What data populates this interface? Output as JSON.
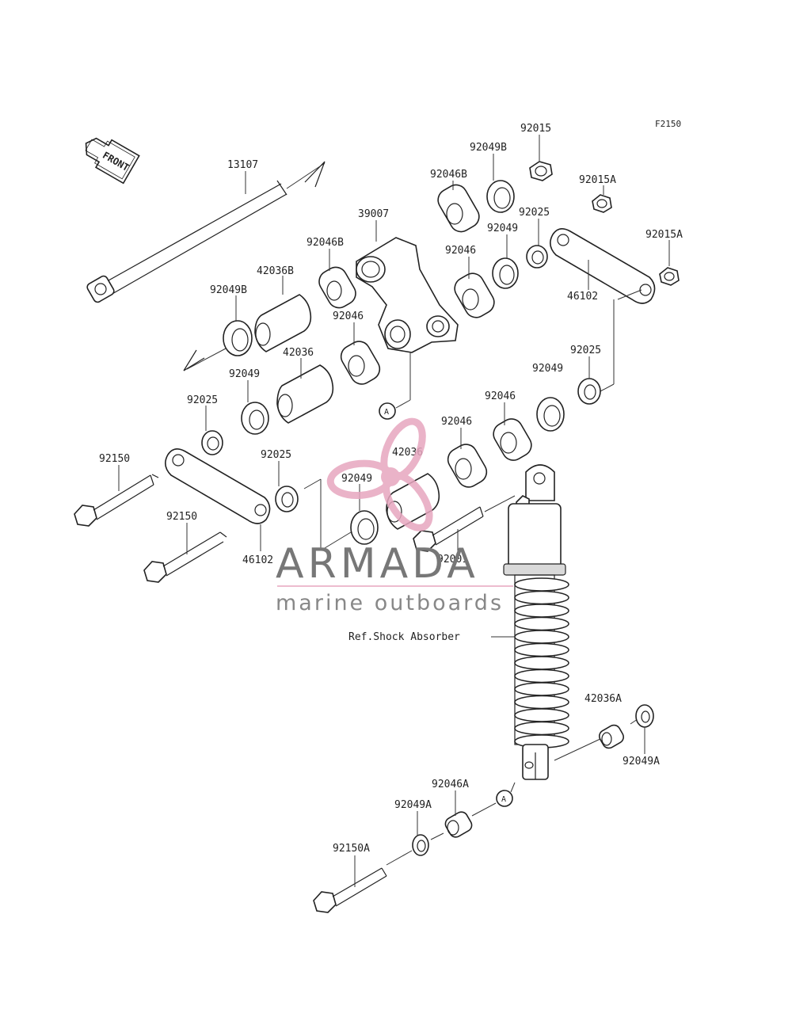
{
  "figure_code": "F2150",
  "front_label": "FRONT",
  "ref_label": "Ref.Shock Absorber",
  "callout_marker": "A",
  "watermark": {
    "brand": "ARMADA",
    "tagline": "marine outboards",
    "accent_color": "#e7a6bf",
    "text_color": "#777777"
  },
  "labels": {
    "p13107": "13107",
    "p39007": "39007",
    "p92015": "92015",
    "p92049B_top": "92049B",
    "p92046B_top": "92046B",
    "p92015A_1": "92015A",
    "p92015A_2": "92015A",
    "p92025_top": "92025",
    "p92049_top": "92049",
    "p92046_top": "92046",
    "p46102_top": "46102",
    "p92046B_mid": "92046B",
    "p42036B": "42036B",
    "p92049B_left": "92049B",
    "p92046_mid": "92046",
    "p42036_mid": "42036",
    "p92049_left": "92049",
    "p92025_left": "92025",
    "p92025_right": "92025",
    "p92049_right": "92049",
    "p92046_right": "92046",
    "p92046_c": "92046",
    "p42036_c": "42036",
    "p92025_c": "92025",
    "p92049_c": "92049",
    "p92150_1": "92150",
    "p92150_2": "92150",
    "p46102_low": "46102",
    "p92001": "92001",
    "p42036A": "42036A",
    "p92049A_right": "92049A",
    "p92046A": "92046A",
    "p92049A_left": "92049A",
    "p92150A": "92150A"
  }
}
